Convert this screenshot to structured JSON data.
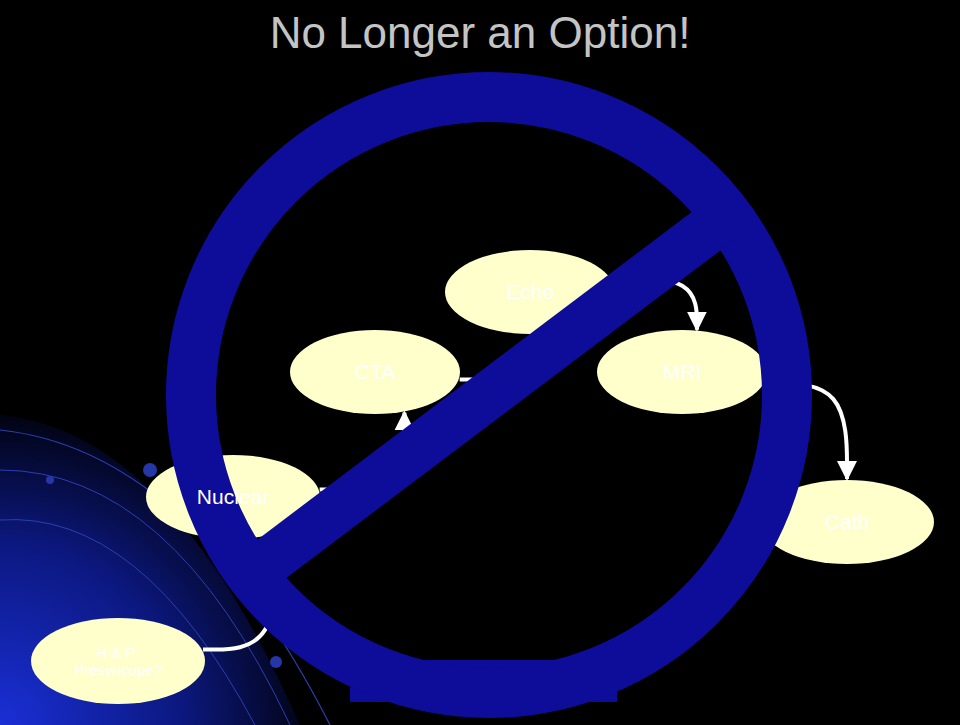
{
  "diagram": {
    "title": "No Longer an Option!",
    "nodes": [
      {
        "text": [
          "H & P: Presyncope?"
        ]
      },
      {
        "text": [
          "Nuclear"
        ]
      },
      {
        "text": [
          "CTA"
        ]
      },
      {
        "text": [
          "Echo"
        ]
      },
      {
        "text": [
          "MRI"
        ]
      },
      {
        "text": [
          "Cath"
        ]
      }
    ],
    "edges": [
      {
        "from": 0,
        "to": 1,
        "arrow": "to"
      },
      {
        "from": 1,
        "to": 2,
        "arrow": "to"
      },
      {
        "from": 2,
        "to": 3,
        "arrow": "to"
      },
      {
        "from": 3,
        "to": 4,
        "arrow": "to"
      },
      {
        "from": 4,
        "to": 5,
        "arrow": "to"
      }
    ]
  }
}
